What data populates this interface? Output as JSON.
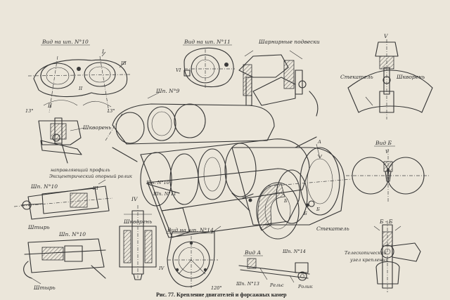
{
  "labels": {
    "view_sh10": "Вид на шп. N°10",
    "view_sh11": "Вид на шп. N°11",
    "hinged": "Шарнирные подвески",
    "fairing": "Стекатель",
    "pin": "Шкворень",
    "roman_v1": "V",
    "roman_i": "I",
    "roman_ii": "II",
    "roman_iii": "III",
    "roman_iv": "IV",
    "roman_iv2": "IV",
    "roman_vi": "VI",
    "roman_v2": "V",
    "deg13a": "13°",
    "deg13b": "13°",
    "sh9": "Шп. N°9",
    "pin2": "Шкворень",
    "guide1": "направляющий профиль",
    "guide2": "Эксцентрический опорный ролик",
    "view_b": "Вид Б",
    "sh10b": "Шп. N°10",
    "sh10c": "Шп. N°10",
    "sh11c": "Шп. N°11",
    "stud1": "Штырь",
    "pin3": "Шкворень",
    "view_sh14": "Вид на шп. N°14",
    "sh10d": "Шп. N°10",
    "stud2": "Штырь",
    "deg120": "120°",
    "fairing2": "Стекатель",
    "bb": "Б - Б",
    "tele1": "Телескопический",
    "tele2": "узел крепления",
    "view_a": "Вид А",
    "sh14": "Шп. N°14",
    "sh13": "Шп. N°13",
    "rail": "Рельс",
    "roller": "Ролик",
    "letter_a": "А",
    "letter_b1": "Б",
    "letter_b2": "Б",
    "letter_b3": "Б"
  },
  "caption": "Рис. 77. Крепление двигателей и форсажных камер"
}
